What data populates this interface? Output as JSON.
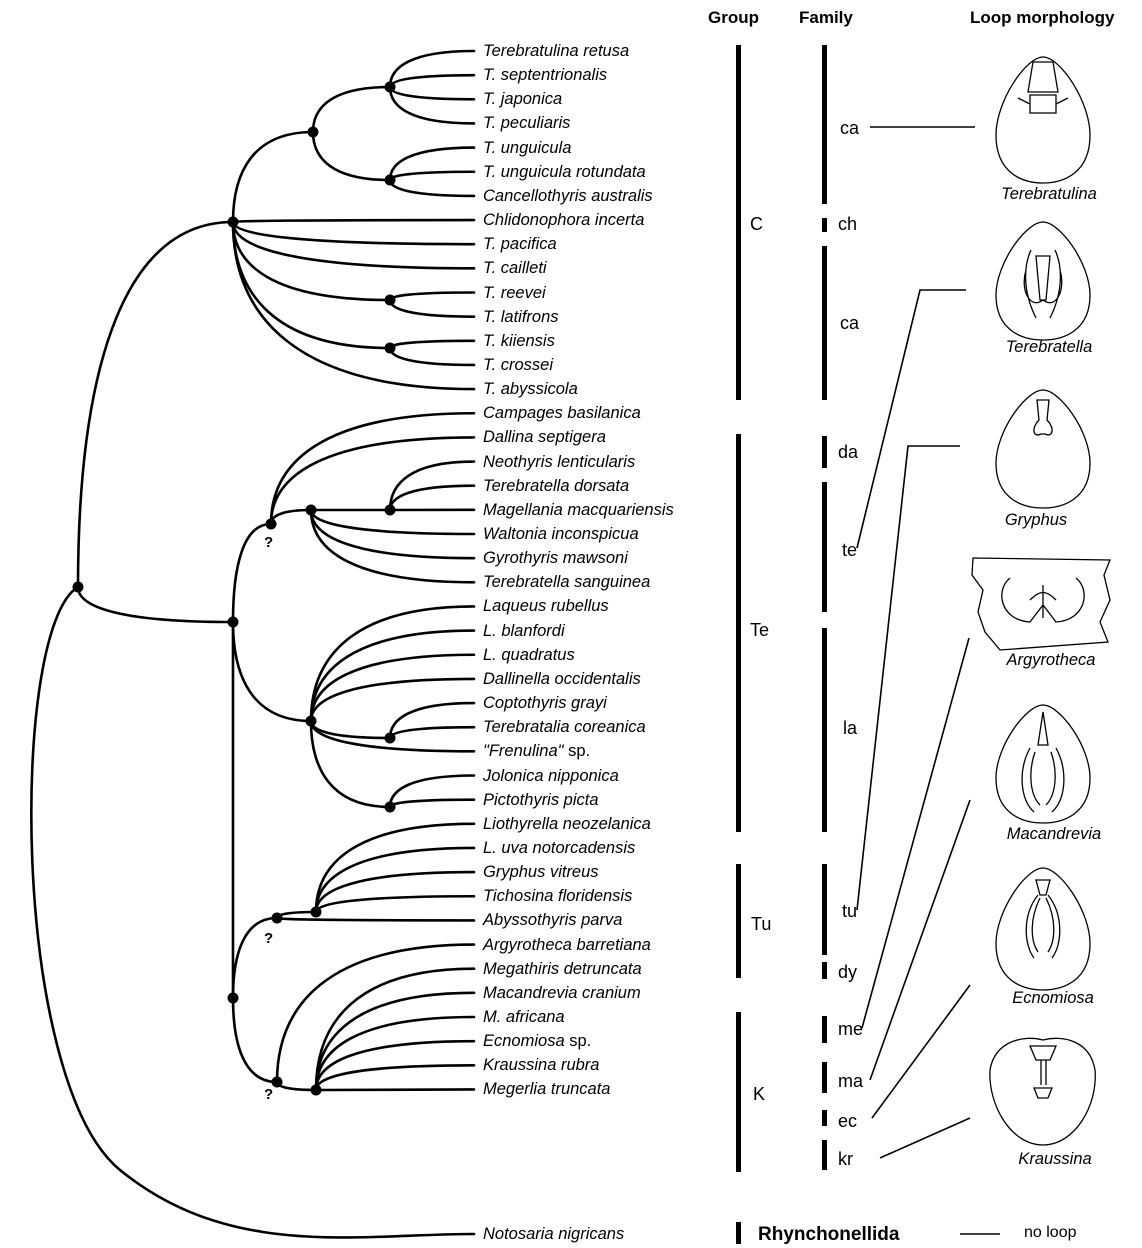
{
  "headers": {
    "group": "Group",
    "family": "Family",
    "loop": "Loop morphology"
  },
  "taxa": [
    {
      "name": "Terebratulina retusa",
      "suffix": ""
    },
    {
      "name": "T. septentrionalis",
      "suffix": ""
    },
    {
      "name": "T. japonica",
      "suffix": ""
    },
    {
      "name": "T. peculiaris",
      "suffix": ""
    },
    {
      "name": "T. unguicula",
      "suffix": ""
    },
    {
      "name": "T. unguicula rotundata",
      "suffix": ""
    },
    {
      "name": "Cancellothyris australis",
      "suffix": ""
    },
    {
      "name": "Chlidonophora incerta",
      "suffix": ""
    },
    {
      "name": "T. pacifica",
      "suffix": ""
    },
    {
      "name": "T. cailleti",
      "suffix": ""
    },
    {
      "name": "T. reevei",
      "suffix": ""
    },
    {
      "name": "T. latifrons",
      "suffix": ""
    },
    {
      "name": "T. kiiensis",
      "suffix": ""
    },
    {
      "name": "T. crossei",
      "suffix": ""
    },
    {
      "name": "T. abyssicola",
      "suffix": ""
    },
    {
      "name": "Campages basilanica",
      "suffix": ""
    },
    {
      "name": "Dallina septigera",
      "suffix": ""
    },
    {
      "name": "Neothyris lenticularis",
      "suffix": ""
    },
    {
      "name": "Terebratella dorsata",
      "suffix": ""
    },
    {
      "name": "Magellania macquariensis",
      "suffix": ""
    },
    {
      "name": "Waltonia inconspicua",
      "suffix": ""
    },
    {
      "name": "Gyrothyris mawsoni",
      "suffix": ""
    },
    {
      "name": "Terebratella sanguinea",
      "suffix": ""
    },
    {
      "name": "Laqueus rubellus",
      "suffix": ""
    },
    {
      "name": "L. blanfordi",
      "suffix": ""
    },
    {
      "name": "L. quadratus",
      "suffix": ""
    },
    {
      "name": "Dallinella occidentalis",
      "suffix": ""
    },
    {
      "name": "Coptothyris grayi",
      "suffix": ""
    },
    {
      "name": "Terebratalia coreanica",
      "suffix": ""
    },
    {
      "name": "\"Frenulina\"",
      "suffix": " sp."
    },
    {
      "name": "Jolonica nipponica",
      "suffix": ""
    },
    {
      "name": "Pictothyris picta",
      "suffix": ""
    },
    {
      "name": "Liothyrella neozelanica",
      "suffix": ""
    },
    {
      "name": "L. uva notorcadensis",
      "suffix": ""
    },
    {
      "name": "Gryphus vitreus",
      "suffix": ""
    },
    {
      "name": "Tichosina floridensis",
      "suffix": ""
    },
    {
      "name": "Abyssothyris parva",
      "suffix": ""
    },
    {
      "name": "Argyrotheca barretiana",
      "suffix": ""
    },
    {
      "name": "Megathiris detruncata",
      "suffix": ""
    },
    {
      "name": "Macandrevia cranium",
      "suffix": ""
    },
    {
      "name": "M. africana",
      "suffix": ""
    },
    {
      "name": "Ecnomiosa",
      "suffix": " sp."
    },
    {
      "name": "Kraussina rubra",
      "suffix": ""
    },
    {
      "name": "Megerlia truncata",
      "suffix": ""
    },
    {
      "name": "Notosaria nigricans",
      "suffix": ""
    }
  ],
  "groups": [
    {
      "label": "C"
    },
    {
      "label": "Te"
    },
    {
      "label": "Tu"
    },
    {
      "label": "K"
    }
  ],
  "families": [
    {
      "label": "ca"
    },
    {
      "label": "ch"
    },
    {
      "label": "ca"
    },
    {
      "label": "da"
    },
    {
      "label": "te"
    },
    {
      "label": "la"
    },
    {
      "label": "tu"
    },
    {
      "label": "dy"
    },
    {
      "label": "me"
    },
    {
      "label": "ma"
    },
    {
      "label": "ec"
    },
    {
      "label": "kr"
    }
  ],
  "uncertain_node_marker": "?",
  "outgroup": {
    "label": "Rhynchonellida",
    "loop": "no loop"
  },
  "loop_captions": [
    "Terebratulina",
    "Terebratella",
    "Gryphus",
    "Argyrotheca",
    "Macandrevia",
    "Ecnomiosa",
    "Kraussina"
  ]
}
